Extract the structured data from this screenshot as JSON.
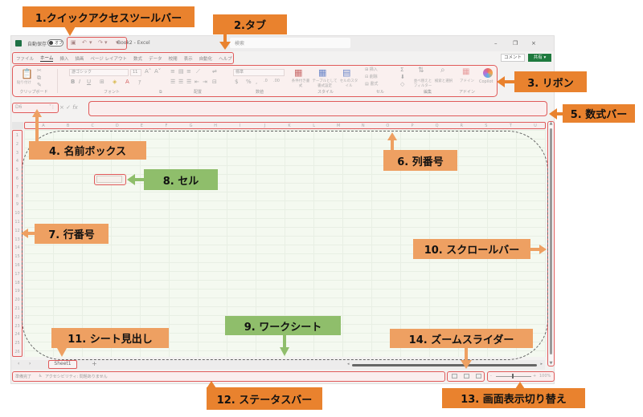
{
  "window": {
    "app_name": "Excel",
    "autosave_label": "自動保存",
    "autosave_state": "オフ",
    "document_title": "Book2 - Excel",
    "search_placeholder": "検索",
    "minimize": "–",
    "restore": "❐",
    "close": "×",
    "comment_label": "コメント",
    "share_label": "共有"
  },
  "quick_access": {
    "save_icon": "💾",
    "undo_icon": "↶",
    "redo_icon": "↷",
    "more_icon": "▾"
  },
  "tabs": [
    {
      "label": "ファイル",
      "active": false
    },
    {
      "label": "ホーム",
      "active": true
    },
    {
      "label": "挿入",
      "active": false
    },
    {
      "label": "描画",
      "active": false
    },
    {
      "label": "ページ レイアウト",
      "active": false
    },
    {
      "label": "数式",
      "active": false
    },
    {
      "label": "データ",
      "active": false
    },
    {
      "label": "校閲",
      "active": false
    },
    {
      "label": "表示",
      "active": false
    },
    {
      "label": "自動化",
      "active": false
    },
    {
      "label": "ヘルプ",
      "active": false
    }
  ],
  "ribbon": {
    "clipboard": {
      "label": "クリップボード",
      "paste": "貼り付け"
    },
    "font": {
      "label": "フォント",
      "font_name": "游ゴシック",
      "font_size": "11"
    },
    "alignment": {
      "label": "配置"
    },
    "number": {
      "label": "数値",
      "format": "標準"
    },
    "styles": {
      "label": "スタイル",
      "conditional": "条件付き書式",
      "table": "テーブルとして書式設定",
      "cell_styles": "セルのスタイル"
    },
    "cells": {
      "label": "セル",
      "insert": "挿入",
      "delete": "削除",
      "format": "書式"
    },
    "editing": {
      "label": "編集",
      "sort_filter": "並べ替えとフィルター",
      "find_select": "検索と選択"
    },
    "addins": {
      "label": "アドイン",
      "addins_button": "アドイン"
    },
    "copilot": {
      "label": "Copilot"
    }
  },
  "formula_bar": {
    "name_box_value": "D6",
    "cancel_icon": "×",
    "enter_icon": "✓",
    "fx_label": "fx",
    "formula_value": ""
  },
  "columns": [
    "A",
    "B",
    "C",
    "D",
    "E",
    "F",
    "G",
    "H",
    "I",
    "J",
    "K",
    "L",
    "M",
    "N",
    "O",
    "P",
    "Q",
    "R",
    "S",
    "T",
    "U"
  ],
  "rows": [
    "1",
    "2",
    "3",
    "4",
    "5",
    "6",
    "7",
    "8",
    "9",
    "10",
    "11",
    "12",
    "13",
    "14",
    "15",
    "16",
    "17",
    "18",
    "19",
    "20",
    "21",
    "22",
    "23",
    "24",
    "25",
    "26"
  ],
  "selected_cell": {
    "column": "D",
    "row": "6"
  },
  "sheets": [
    {
      "name": "Sheet1",
      "active": true
    }
  ],
  "add_sheet": "+",
  "status_bar": {
    "ready": "準備完了",
    "accessibility": "アクセシビリティ: 問題ありません",
    "zoom_percent": "100%",
    "zoom_level": 1.0
  },
  "callouts": [
    {
      "id": "qat",
      "text": "1.クイックアクセスツールバー"
    },
    {
      "id": "tabs",
      "text": "2.タブ"
    },
    {
      "id": "ribbon",
      "text": "3. リボン"
    },
    {
      "id": "namebox",
      "text": "4. 名前ボックス"
    },
    {
      "id": "formula",
      "text": "5. 数式バー"
    },
    {
      "id": "colnum",
      "text": "6. 列番号"
    },
    {
      "id": "rownum",
      "text": "7. 行番号"
    },
    {
      "id": "cell",
      "text": "8. セル"
    },
    {
      "id": "worksheet",
      "text": "9. ワークシート"
    },
    {
      "id": "scrollbar",
      "text": "10. スクロールバー"
    },
    {
      "id": "sheettab",
      "text": "11. シート見出し"
    },
    {
      "id": "statusbar",
      "text": "12. ステータスバー"
    },
    {
      "id": "viewswitch",
      "text": "13. 画面表示切り替え"
    },
    {
      "id": "zoomslider",
      "text": "14. ズームスライダー"
    }
  ],
  "colors": {
    "callout_orange": "#e9822e",
    "callout_orange_light": "#eea062",
    "callout_green": "#8fbe6b",
    "highlight_red": "#e05a5a",
    "excel_green": "#1f7a3e"
  }
}
